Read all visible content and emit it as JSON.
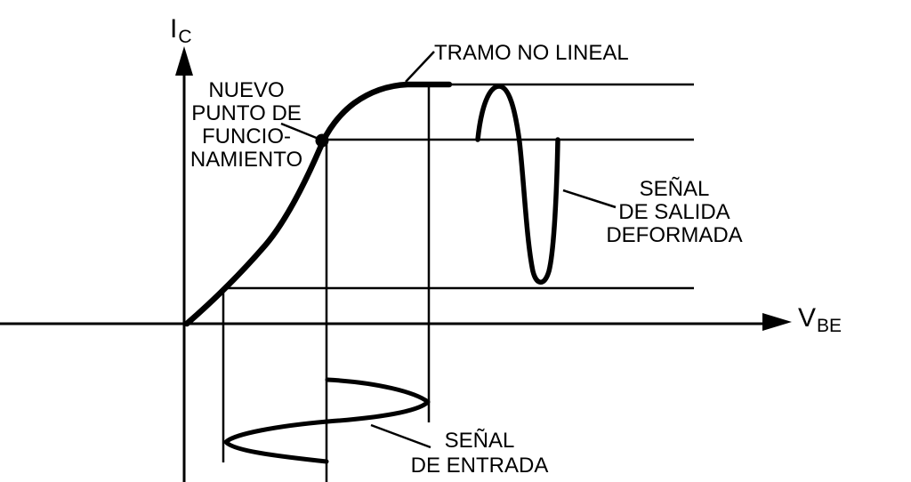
{
  "colors": {
    "ink": "#000000",
    "background": "#ffffff"
  },
  "axes": {
    "y_label_main": "I",
    "y_label_sub": "C",
    "x_label_main": "V",
    "x_label_sub": "BE"
  },
  "annotations": {
    "nonlinear_region": "TRAMO NO LINEAL",
    "new_operating_point": {
      "line1": "NUEVO",
      "line2": "PUNTO DE",
      "line3": "FUNCIO-",
      "line4": "NAMIENTO"
    },
    "distorted_output_signal": {
      "line1": "SEÑAL",
      "line2": "DE SALIDA",
      "line3": "DEFORMADA"
    },
    "input_signal": {
      "line1": "SEÑAL",
      "line2": "DE ENTRADA"
    }
  }
}
